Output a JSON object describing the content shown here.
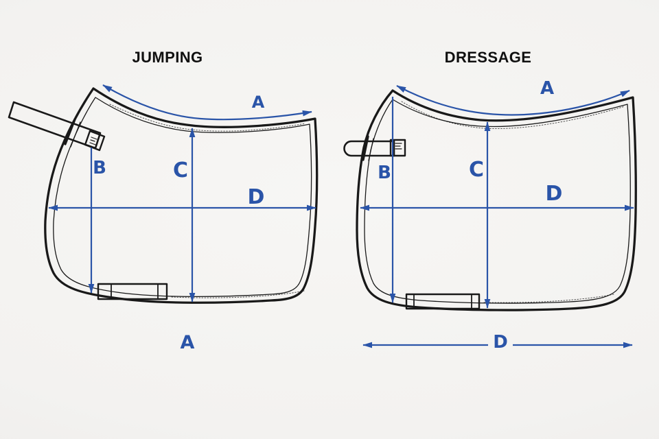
{
  "colors": {
    "accent": "#2a54a8",
    "line": "#191919",
    "background": "#f3f2f0",
    "pad_fill": "#f8f7f5",
    "title_color": "#101010"
  },
  "icons": {
    "strap_patch_logo": "brand-monogram"
  },
  "jumping": {
    "title": "JUMPING",
    "label_a_top": "A",
    "label_b": "B",
    "label_c": "C",
    "label_d": "D",
    "label_a_bottom": "A"
  },
  "dressage": {
    "title": "DRESSAGE",
    "label_a_top": "A",
    "label_b": "B",
    "label_c": "C",
    "label_d": "D",
    "label_d_bottom": "D"
  }
}
